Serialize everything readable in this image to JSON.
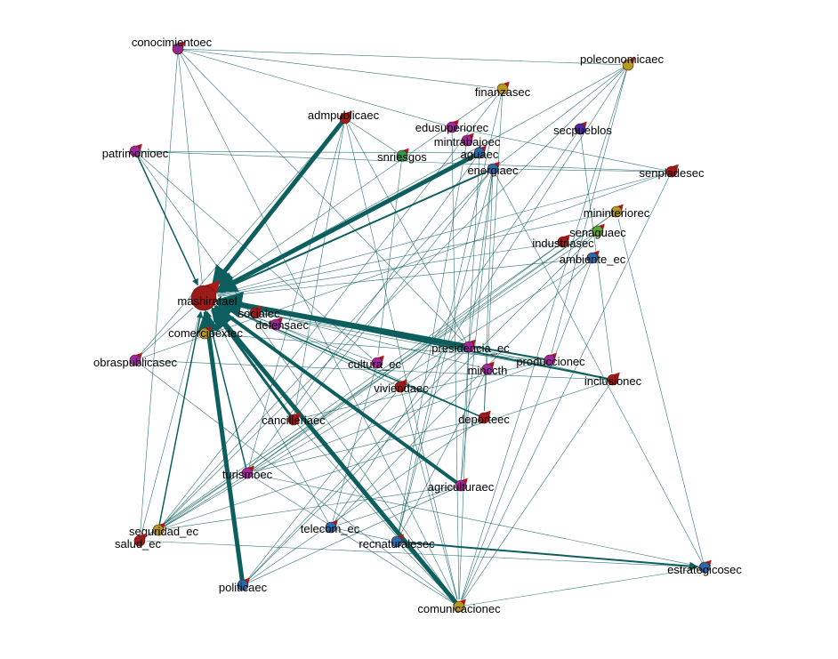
{
  "chart_data": {
    "type": "network",
    "title": "",
    "edge_color": "#0d5e5e",
    "center_node": "mashirafael",
    "nodes": [
      {
        "id": "mashirafael",
        "color": "#9b1b1b",
        "size": 3
      },
      {
        "id": "conocimientoec",
        "color": "#8e2a8e",
        "size": 1
      },
      {
        "id": "admpublicaec",
        "color": "#a01c1c",
        "size": 1
      },
      {
        "id": "edusuperiorec",
        "color": "#a0289e",
        "size": 1
      },
      {
        "id": "mintrabajoec",
        "color": "#a0289e",
        "size": 1
      },
      {
        "id": "snriesgos",
        "color": "#2e9a4e",
        "size": 1
      },
      {
        "id": "aguaec",
        "color": "#2a6aa8",
        "size": 1
      },
      {
        "id": "energiaec",
        "color": "#2a6aa8",
        "size": 1
      },
      {
        "id": "finanzasec",
        "color": "#b59a1e",
        "size": 1
      },
      {
        "id": "poleconomicaec",
        "color": "#b59a1e",
        "size": 1
      },
      {
        "id": "secpueblos",
        "color": "#4b2a9e",
        "size": 1
      },
      {
        "id": "senpladesec",
        "color": "#a01c1c",
        "size": 1
      },
      {
        "id": "mininteriorec",
        "color": "#b59a1e",
        "size": 1
      },
      {
        "id": "senaguaec",
        "color": "#5aaa2e",
        "size": 1
      },
      {
        "id": "industriasec",
        "color": "#a01c1c",
        "size": 1
      },
      {
        "id": "ambiente_ec",
        "color": "#2a6aa8",
        "size": 1
      },
      {
        "id": "patrimonioec",
        "color": "#a0289e",
        "size": 1
      },
      {
        "id": "socialec",
        "color": "#a01c1c",
        "size": 1
      },
      {
        "id": "defensaec",
        "color": "#a0289e",
        "size": 1
      },
      {
        "id": "comercioextec",
        "color": "#b59a1e",
        "size": 1
      },
      {
        "id": "presidencia_ec",
        "color": "#a0289e",
        "size": 1
      },
      {
        "id": "produccionec",
        "color": "#a0289e",
        "size": 1
      },
      {
        "id": "minccth",
        "color": "#a0289e",
        "size": 1
      },
      {
        "id": "cultura_ec",
        "color": "#a0289e",
        "size": 1
      },
      {
        "id": "inclusionec",
        "color": "#a01c1c",
        "size": 1
      },
      {
        "id": "viviendaec",
        "color": "#a01c1c",
        "size": 1
      },
      {
        "id": "deporteec",
        "color": "#a01c1c",
        "size": 1
      },
      {
        "id": "cancilleriaec",
        "color": "#a01c1c",
        "size": 1
      },
      {
        "id": "obraspublicasec",
        "color": "#a0289e",
        "size": 1
      },
      {
        "id": "turismoec",
        "color": "#a0289e",
        "size": 1
      },
      {
        "id": "agriculturaec",
        "color": "#a0289e",
        "size": 1
      },
      {
        "id": "seguridad_ec",
        "color": "#b59a1e",
        "size": 1
      },
      {
        "id": "salud_ec",
        "color": "#a01c1c",
        "size": 1
      },
      {
        "id": "telecom_ec",
        "color": "#2a6aa8",
        "size": 1
      },
      {
        "id": "recnaturalesec",
        "color": "#2a6aa8",
        "size": 1
      },
      {
        "id": "estrategicosec",
        "color": "#2a6aa8",
        "size": 1
      },
      {
        "id": "politicaec",
        "color": "#2a6aa8",
        "size": 1
      },
      {
        "id": "comunicacionec",
        "color": "#b59a1e",
        "size": 1
      }
    ],
    "edges": [
      [
        "admpublicaec",
        "mashirafael",
        5
      ],
      [
        "aguaec",
        "mashirafael",
        5
      ],
      [
        "presidencia_ec",
        "mashirafael",
        6
      ],
      [
        "comunicacionec",
        "mashirafael",
        5
      ],
      [
        "politicaec",
        "mashirafael",
        5
      ],
      [
        "agriculturaec",
        "mashirafael",
        4
      ],
      [
        "cancilleriaec",
        "mashirafael",
        3
      ],
      [
        "energiaec",
        "mashirafael",
        2
      ],
      [
        "produccionec",
        "mashirafael",
        2
      ],
      [
        "inclusionec",
        "mashirafael",
        2
      ],
      [
        "deporteec",
        "mashirafael",
        1.5
      ],
      [
        "turismoec",
        "mashirafael",
        1.5
      ],
      [
        "patrimonioec",
        "mashirafael",
        1.5
      ],
      [
        "conocimientoec",
        "mashirafael",
        1
      ],
      [
        "recnaturalesec",
        "estrategicosec",
        2
      ],
      [
        "comunicacionec",
        "estrategicosec",
        1
      ],
      [
        "seguridad_ec",
        "mashirafael",
        1.5
      ],
      [
        "obraspublicasec",
        "mashirafael",
        1
      ],
      [
        "finanzasec",
        "mashirafael",
        1
      ],
      [
        "poleconomicaec",
        "mashirafael",
        1
      ],
      [
        "senpladesec",
        "mashirafael",
        1
      ],
      [
        "mininteriorec",
        "mashirafael",
        1
      ],
      [
        "industriasec",
        "mashirafael",
        1
      ],
      [
        "ambiente_ec",
        "mashirafael",
        1
      ],
      [
        "viviendaec",
        "mashirafael",
        1
      ],
      [
        "cultura_ec",
        "mashirafael",
        1
      ],
      [
        "salud_ec",
        "mashirafael",
        1
      ],
      [
        "telecom_ec",
        "mashirafael",
        1
      ],
      [
        "minccth",
        "mashirafael",
        1
      ],
      [
        "defensaec",
        "mashirafael",
        1
      ],
      [
        "conocimientoec",
        "edusuperiorec",
        1
      ],
      [
        "conocimientoec",
        "poleconomicaec",
        1
      ],
      [
        "conocimientoec",
        "finanzasec",
        1
      ],
      [
        "conocimientoec",
        "comunicacionec",
        1
      ],
      [
        "conocimientoec",
        "salud_ec",
        1
      ],
      [
        "conocimientoec",
        "presidencia_ec",
        1
      ],
      [
        "patrimonioec",
        "cultura_ec",
        1
      ],
      [
        "patrimonioec",
        "aguaec",
        1
      ],
      [
        "patrimonioec",
        "comunicacionec",
        1
      ],
      [
        "poleconomicaec",
        "comunicacionec",
        1
      ],
      [
        "poleconomicaec",
        "telecom_ec",
        1
      ],
      [
        "poleconomicaec",
        "seguridad_ec",
        1
      ],
      [
        "poleconomicaec",
        "produccionec",
        1
      ],
      [
        "poleconomicaec",
        "energiaec",
        1
      ],
      [
        "finanzasec",
        "recnaturalesec",
        1
      ],
      [
        "finanzasec",
        "deporteec",
        1
      ],
      [
        "finanzasec",
        "seguridad_ec",
        1
      ],
      [
        "senpladesec",
        "obraspublicasec",
        1
      ],
      [
        "senpladesec",
        "patrimonioec",
        1
      ],
      [
        "senpladesec",
        "comunicacionec",
        1
      ],
      [
        "mininteriorec",
        "seguridad_ec",
        1
      ],
      [
        "mininteriorec",
        "turismoec",
        1
      ],
      [
        "senaguaec",
        "politicaec",
        1
      ],
      [
        "industriasec",
        "turismoec",
        1
      ],
      [
        "ambiente_ec",
        "telecom_ec",
        1
      ],
      [
        "ambiente_ec",
        "comunicacionec",
        1
      ],
      [
        "estrategicosec",
        "energiaec",
        1
      ],
      [
        "estrategicosec",
        "mininteriorec",
        1
      ],
      [
        "estrategicosec",
        "turismoec",
        1
      ],
      [
        "estrategicosec",
        "salud_ec",
        1
      ],
      [
        "inclusionec",
        "seguridad_ec",
        1
      ],
      [
        "inclusionec",
        "obraspublicasec",
        1
      ],
      [
        "inclusionec",
        "comunicacionec",
        1
      ],
      [
        "produccionec",
        "cancilleriaec",
        1
      ],
      [
        "produccionec",
        "turismoec",
        1
      ],
      [
        "presidencia_ec",
        "comunicacionec",
        1
      ],
      [
        "presidencia_ec",
        "seguridad_ec",
        1
      ],
      [
        "presidencia_ec",
        "politicaec",
        1
      ],
      [
        "presidencia_ec",
        "inclusionec",
        1
      ],
      [
        "presidencia_ec",
        "energiaec",
        1
      ],
      [
        "presidencia_ec",
        "admpublicaec",
        1
      ],
      [
        "agriculturaec",
        "energiaec",
        1
      ],
      [
        "agriculturaec",
        "seguridad_ec",
        1
      ],
      [
        "agriculturaec",
        "telecom_ec",
        1
      ],
      [
        "agriculturaec",
        "politicaec",
        1
      ],
      [
        "deporteec",
        "turismoec",
        1
      ],
      [
        "deporteec",
        "politicaec",
        1
      ],
      [
        "cancilleriaec",
        "comunicacionec",
        1
      ],
      [
        "cancilleriaec",
        "admpublicaec",
        1
      ],
      [
        "cancilleriaec",
        "energiaec",
        1
      ],
      [
        "turismoec",
        "comunicacionec",
        1
      ],
      [
        "turismoec",
        "aguaec",
        1
      ],
      [
        "seguridad_ec",
        "energiaec",
        1
      ],
      [
        "seguridad_ec",
        "ambiente_ec",
        1
      ],
      [
        "salud_ec",
        "senaguaec",
        1
      ],
      [
        "salud_ec",
        "industriasec",
        1
      ],
      [
        "obraspublicasec",
        "admpublicaec",
        1
      ],
      [
        "obraspublicasec",
        "comunicacionec",
        1
      ],
      [
        "admpublicaec",
        "snriesgos",
        1
      ],
      [
        "admpublicaec",
        "turismoec",
        1
      ],
      [
        "admpublicaec",
        "comunicacionec",
        1
      ],
      [
        "edusuperiorec",
        "comunicacionec",
        1
      ],
      [
        "edusuperiorec",
        "senpladesec",
        1
      ],
      [
        "mintrabajoec",
        "recnaturalesec",
        1
      ],
      [
        "snriesgos",
        "cultura_ec",
        1
      ],
      [
        "aguaec",
        "agriculturaec",
        1
      ],
      [
        "energiaec",
        "recnaturalesec",
        1
      ],
      [
        "energiaec",
        "deporteec",
        1
      ],
      [
        "energiaec",
        "senpladesec",
        1
      ],
      [
        "secpueblos",
        "inclusionec",
        1
      ],
      [
        "secpueblos",
        "viviendaec",
        1
      ],
      [
        "viviendaec",
        "comunicacionec",
        1
      ],
      [
        "cultura_ec",
        "telecom_ec",
        1
      ],
      [
        "minccth",
        "recnaturalesec",
        1
      ],
      [
        "politicaec",
        "viviendaec",
        1
      ],
      [
        "telecom_ec",
        "recnaturalesec",
        1
      ],
      [
        "recnaturalesec",
        "comunicacionec",
        1
      ],
      [
        "socialec",
        "inclusionec",
        1
      ],
      [
        "defensaec",
        "deporteec",
        1
      ],
      [
        "comercioextec",
        "produccionec",
        1
      ],
      [
        "socialec",
        "presidencia_ec",
        1
      ]
    ]
  }
}
